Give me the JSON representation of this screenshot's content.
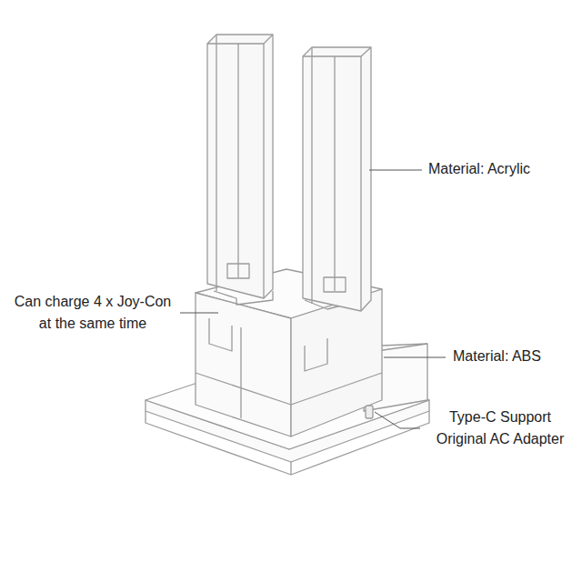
{
  "diagram": {
    "labels": [
      "Material: Acrylic",
      "Can charge 4 x Joy-Con at the same time",
      "Material: ABS",
      "Type-C Support Original AC Adapter"
    ]
  }
}
